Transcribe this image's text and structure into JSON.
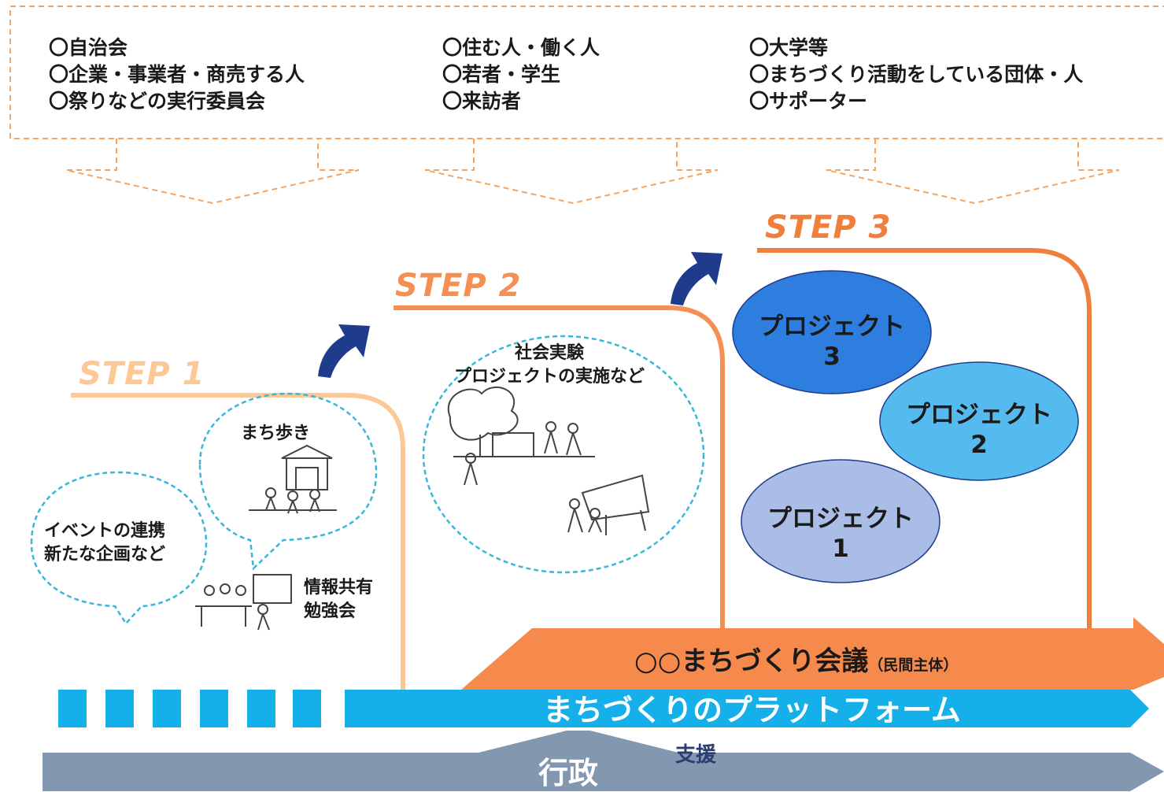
{
  "stakeholders": {
    "col1": [
      "〇自治会",
      "〇企業・事業者・商売する人",
      "〇祭りなどの実行委員会"
    ],
    "col2": [
      "〇住む人・働く人",
      "〇若者・学生",
      "〇来訪者"
    ],
    "col3": [
      "〇大学等",
      "〇まちづくり活動をしている団体・人",
      "〇サポーター"
    ]
  },
  "steps": {
    "step1": "STEP 1",
    "step2": "STEP 2",
    "step3": "STEP 3"
  },
  "step1_items": {
    "bubble_left": [
      "イベントの連携",
      "新たな企画など"
    ],
    "bubble_right": "まち歩き",
    "info": [
      "情報共有",
      "勉強会"
    ]
  },
  "step2_items": {
    "bubble": [
      "社会実験",
      "プロジェクトの実施など"
    ]
  },
  "projects": [
    {
      "name": "プロジェクト",
      "num": "3"
    },
    {
      "name": "プロジェクト",
      "num": "2"
    },
    {
      "name": "プロジェクト",
      "num": "1"
    }
  ],
  "council": {
    "main": "○○まちづくり会議",
    "sub": "（民間主体）"
  },
  "platform": "まちづくりのプラットフォーム",
  "government": "行政",
  "support": "支援",
  "colors": {
    "dashed_box": "#f4a460",
    "step1": "#fbc896",
    "step2": "#f58f54",
    "step3": "#f07f3c",
    "platform": "#15b0ea",
    "council": "#f58a4c",
    "government": "#8497b0",
    "arrow_blue": "#1f3c8c",
    "bubble_dash": "#3ab7d8"
  }
}
